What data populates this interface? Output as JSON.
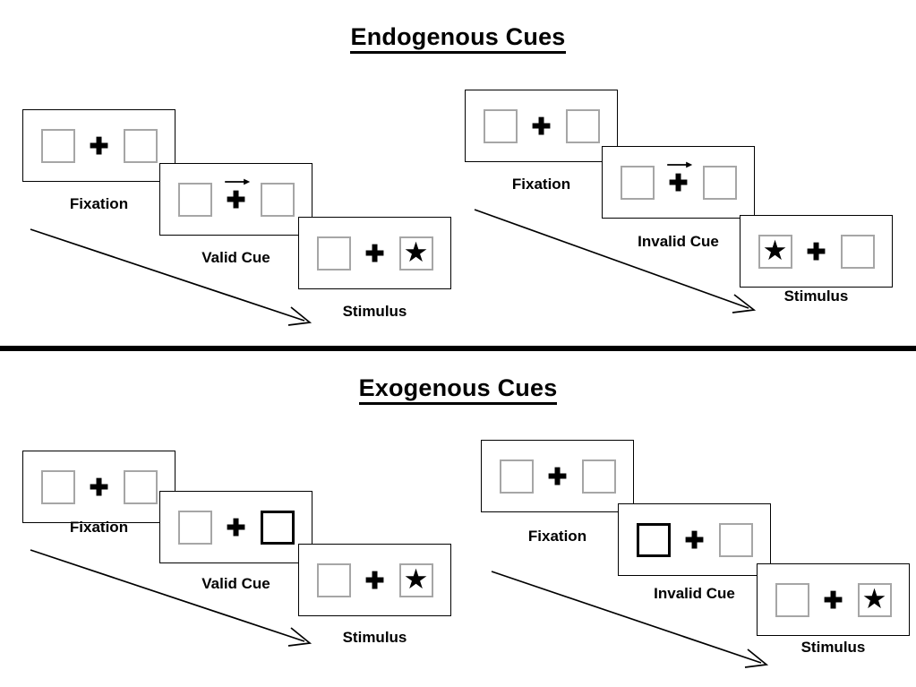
{
  "figure": {
    "title_top": "Endogenous Cues",
    "title_bottom": "Exogenous Cues",
    "divider_color": "#000000",
    "box_border_color": "#a6a6a6",
    "highlight_border_color": "#000000",
    "panel_border_color": "#000000",
    "background": "#ffffff"
  },
  "glyphs": {
    "fixation_cross": "✚",
    "star": "★",
    "cue_arrow_icon": "right-arrow-cue-icon",
    "time_arrow_icon": "diagonal-time-arrow-icon"
  },
  "labels": {
    "fixation": "Fixation",
    "valid_cue": "Valid Cue",
    "invalid_cue": "Invalid Cue",
    "stimulus": "Stimulus"
  },
  "sequences": [
    {
      "id": "endogenous-valid",
      "section": "Endogenous Cues",
      "cue_type": "arrow",
      "validity": "valid",
      "frames": [
        {
          "name": "fixation",
          "label": "Fixation",
          "left_box": "empty",
          "right_box": "empty",
          "cue": "none"
        },
        {
          "name": "cue",
          "label": "Valid Cue",
          "left_box": "empty",
          "right_box": "empty",
          "cue": "arrow-right"
        },
        {
          "name": "stimulus",
          "label": "Stimulus",
          "left_box": "empty",
          "right_box": "star",
          "cue": "none"
        }
      ]
    },
    {
      "id": "endogenous-invalid",
      "section": "Endogenous Cues",
      "cue_type": "arrow",
      "validity": "invalid",
      "frames": [
        {
          "name": "fixation",
          "label": "Fixation",
          "left_box": "empty",
          "right_box": "empty",
          "cue": "none"
        },
        {
          "name": "cue",
          "label": "Invalid Cue",
          "left_box": "empty",
          "right_box": "empty",
          "cue": "arrow-right"
        },
        {
          "name": "stimulus",
          "label": "Stimulus",
          "left_box": "star",
          "right_box": "empty",
          "cue": "none"
        }
      ]
    },
    {
      "id": "exogenous-valid",
      "section": "Exogenous Cues",
      "cue_type": "box-flash",
      "validity": "valid",
      "frames": [
        {
          "name": "fixation",
          "label": "Fixation",
          "left_box": "empty",
          "right_box": "empty",
          "cue": "none"
        },
        {
          "name": "cue",
          "label": "Valid Cue",
          "left_box": "empty",
          "right_box": "highlight",
          "cue": "none"
        },
        {
          "name": "stimulus",
          "label": "Stimulus",
          "left_box": "empty",
          "right_box": "star",
          "cue": "none"
        }
      ]
    },
    {
      "id": "exogenous-invalid",
      "section": "Exogenous Cues",
      "cue_type": "box-flash",
      "validity": "invalid",
      "frames": [
        {
          "name": "fixation",
          "label": "Fixation",
          "left_box": "empty",
          "right_box": "empty",
          "cue": "none"
        },
        {
          "name": "cue",
          "label": "Invalid Cue",
          "left_box": "highlight",
          "right_box": "empty",
          "cue": "none"
        },
        {
          "name": "stimulus",
          "label": "Stimulus",
          "left_box": "empty",
          "right_box": "star",
          "cue": "none"
        }
      ]
    }
  ]
}
